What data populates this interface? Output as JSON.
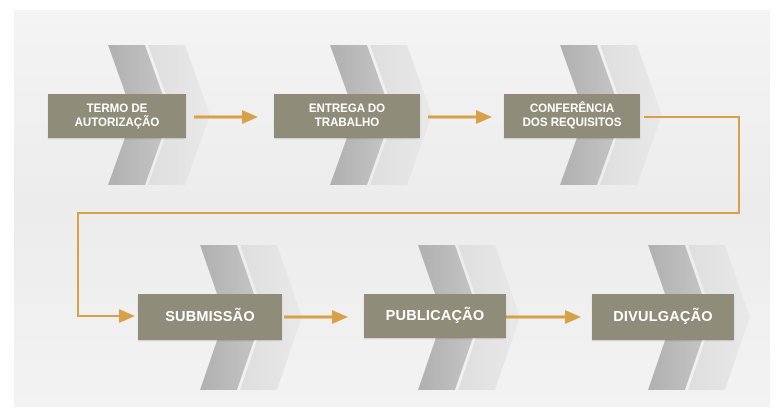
{
  "colors": {
    "box": "#8f8c79",
    "arrow": "#d9a04a",
    "chevron_dark": "#b5b5b5",
    "chevron_light": "#d9d9d9",
    "text": "#ffffff"
  },
  "steps": [
    {
      "label": "TERMO DE\nAUTORIZAÇÃO"
    },
    {
      "label": "ENTREGA DO\nTRABALHO"
    },
    {
      "label": "CONFERÊNCIA\nDOS REQUISITOS"
    },
    {
      "label": "SUBMISSÃO"
    },
    {
      "label": "PUBLICAÇÃO"
    },
    {
      "label": "DIVULGAÇÃO"
    }
  ]
}
